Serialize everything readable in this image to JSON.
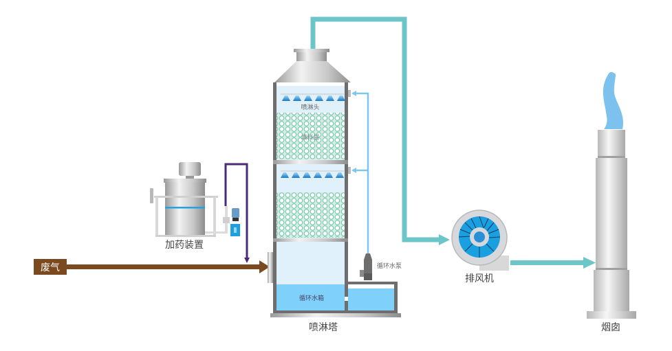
{
  "diagram": {
    "title": "喷淋塔废气处理工艺流程",
    "labels": {
      "waste_gas": "废气",
      "dosing_device": "加药装置",
      "spray_head": "喷淋头",
      "packing_layer": "填料层",
      "circulation_pump": "循环水泵",
      "circulation_tank": "循环水箱",
      "spray_tower": "喷淋塔",
      "exhaust_fan": "排风机",
      "chimney": "烟囱"
    },
    "colors": {
      "waste_gas": "#7a4a1e",
      "gas_pipe": "#6cc5c9",
      "water_pipe": "#7cc7ee",
      "dosing_pipe": "#4b2a7a",
      "water": "#7fd0fb",
      "fan_blue": "#1a9fe0",
      "flame": "#7dc1ee"
    },
    "flow": [
      {
        "from": "废气",
        "to": "喷淋塔"
      },
      {
        "from": "加药装置",
        "to": "喷淋塔"
      },
      {
        "from": "循环水泵",
        "to": "喷淋头"
      },
      {
        "from": "喷淋塔",
        "to": "排风机"
      },
      {
        "from": "排风机",
        "to": "烟囱"
      }
    ]
  }
}
